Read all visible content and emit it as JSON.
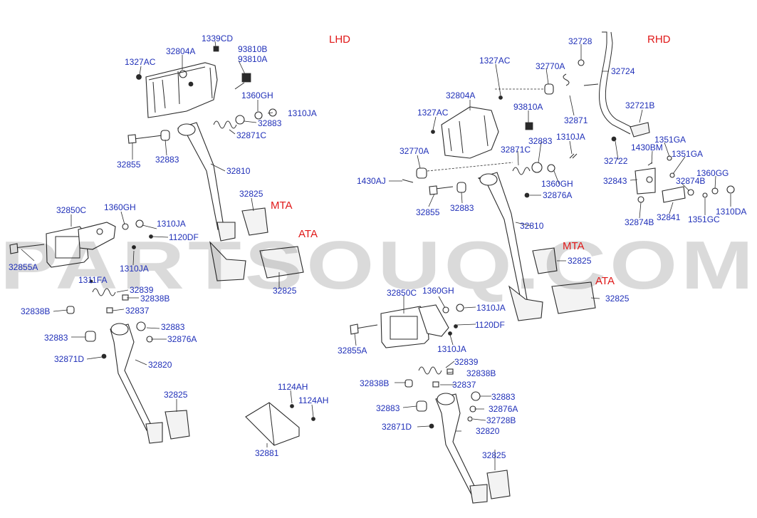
{
  "sections": {
    "lhd": "LHD",
    "rhd": "RHD",
    "mta_left": "MTA",
    "ata_left": "ATA",
    "mta_right": "MTA",
    "ata_right": "ATA"
  },
  "watermark": "PARTSOUQ.COM",
  "labels": {
    "l_1339CD": "1339CD",
    "l_32804A": "32804A",
    "l_93810B": "93810B",
    "l_93810A": "93810A",
    "l_1327AC": "1327AC",
    "l_1360GH_a": "1360GH",
    "l_1310JA_a": "1310JA",
    "l_32883_a": "32883",
    "l_32871C": "32871C",
    "l_32855": "32855",
    "l_32883_b": "32883",
    "l_32810": "32810",
    "l_32825_a": "32825",
    "l_32850C": "32850C",
    "l_1360GH_b": "1360GH",
    "l_1310JA_b": "1310JA",
    "l_1120DF": "1120DF",
    "l_32855A": "32855A",
    "l_1310JA_c": "1310JA",
    "l_32825_b": "32825",
    "l_1311FA": "1311FA",
    "l_32839": "32839",
    "l_32838B_a": "32838B",
    "l_32838B_b": "32838B",
    "l_32837": "32837",
    "l_32883_c": "32883",
    "l_32883_d": "32883",
    "l_32876A": "32876A",
    "l_32871D": "32871D",
    "l_32820": "32820",
    "l_32825_c": "32825",
    "l_1124AH_a": "1124AH",
    "l_1124AH_b": "1124AH",
    "l_32881": "32881",
    "r_1327AC_a": "1327AC",
    "r_32770A_a": "32770A",
    "r_32728": "32728",
    "r_32724": "32724",
    "r_32804A": "32804A",
    "r_1327AC_b": "1327AC",
    "r_93810A": "93810A",
    "r_32871": "32871",
    "r_32721B": "32721B",
    "r_32883_a": "32883",
    "r_1310JA_a": "1310JA",
    "r_32770A_b": "32770A",
    "r_32871C": "32871C",
    "r_1430AJ": "1430AJ",
    "r_1360GH_a": "1360GH",
    "r_32876A_a": "32876A",
    "r_32855": "32855",
    "r_32883_b": "32883",
    "r_32810": "32810",
    "r_1351GA_a": "1351GA",
    "r_1430BM": "1430BM",
    "r_1351GA_b": "1351GA",
    "r_32722": "32722",
    "r_32843": "32843",
    "r_1360GG": "1360GG",
    "r_32874B_a": "32874B",
    "r_1310DA": "1310DA",
    "r_32874B_b": "32874B",
    "r_32841": "32841",
    "r_1351GC": "1351GC",
    "r_32825_a": "32825",
    "r_32825_b": "32825",
    "r_32850C": "32850C",
    "r_1360GH_b": "1360GH",
    "r_1310JA_b": "1310JA",
    "r_1120DF": "1120DF",
    "r_32855A": "32855A",
    "r_1310JA_c": "1310JA",
    "r_32839": "32839",
    "r_32838B_a": "32838B",
    "r_32838B_b": "32838B",
    "r_32837": "32837",
    "r_32883_c": "32883",
    "r_32883_d": "32883",
    "r_32876A_b": "32876A",
    "r_32728B": "32728B",
    "r_32871D": "32871D",
    "r_32820": "32820",
    "r_32825_c": "32825"
  },
  "colors": {
    "label": "#1f2fb8",
    "section": "#e01818",
    "line": "#2a2a2a",
    "watermark": "#000000"
  }
}
